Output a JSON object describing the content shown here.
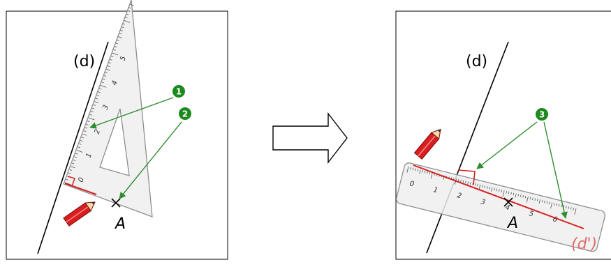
{
  "left_panel": {
    "line_label": "(d)",
    "point_label": "A",
    "square_numbers": [
      "0",
      "1",
      "2",
      "3",
      "4",
      "5"
    ],
    "badges": [
      "1",
      "2"
    ]
  },
  "right_panel": {
    "line_label": "(d)",
    "point_label": "A",
    "result_label": "(d')",
    "ruler_numbers": [
      "0",
      "1",
      "2",
      "3",
      "4",
      "5",
      "6"
    ],
    "badges": [
      "3"
    ]
  },
  "colors": {
    "badge_green": "#1d8a1d",
    "arrow_green": "#2e8b2e",
    "red_line": "#d62020",
    "pencil_red": "#d81e1e",
    "tool_gray": "#9a9a9a"
  },
  "icons": [
    "pencil-icon",
    "hollow-arrow-icon"
  ]
}
